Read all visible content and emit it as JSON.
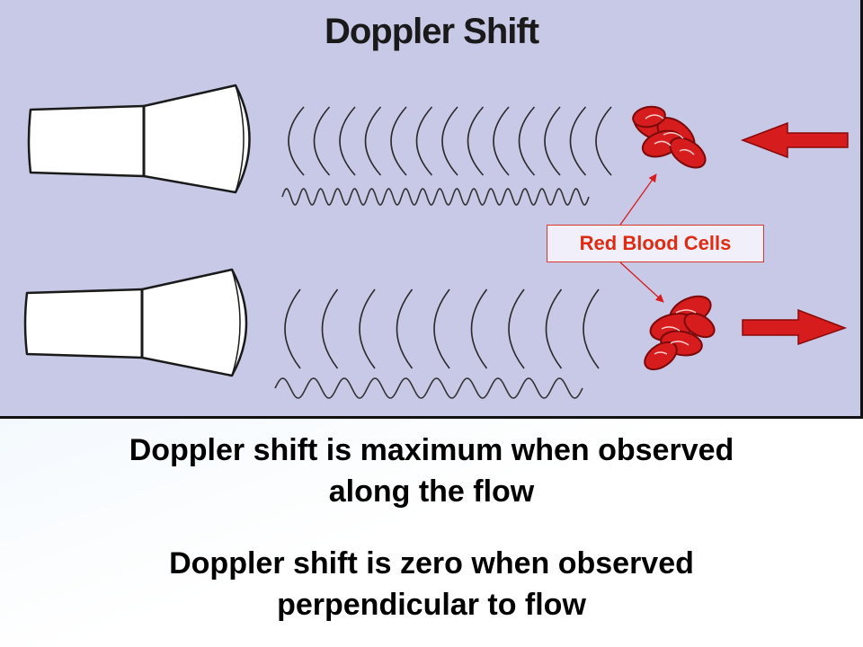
{
  "diagram": {
    "title": "Doppler Shift",
    "annotation_label": "Red Blood Cells",
    "colors": {
      "panel_background": "#c8c9e6",
      "red_blood_cells": "#d61c1c",
      "arrows": "#d61c1c",
      "label_text": "#e02b12"
    },
    "rows": [
      {
        "name": "top",
        "flow_direction": "toward-probe",
        "wavefront_count": 13,
        "wave_cycles": 18
      },
      {
        "name": "bottom",
        "flow_direction": "away-from-probe",
        "wavefront_count": 9,
        "wave_cycles": 10
      }
    ]
  },
  "captions": {
    "line1a": "Doppler shift is maximum when observed",
    "line1b": "along the flow",
    "line2a": "Doppler shift is zero when observed",
    "line2b": "perpendicular to flow"
  }
}
